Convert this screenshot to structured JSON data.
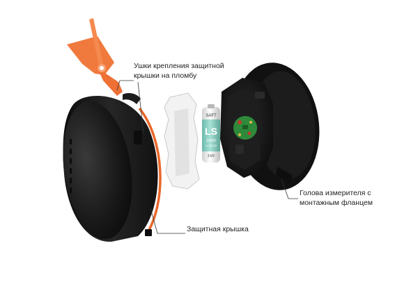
{
  "labels": {
    "seal_tabs": {
      "line1": "Ушки крепления защитной",
      "line2": "крышки на пломбу"
    },
    "meter_head": {
      "line1": "Голова измерителя с",
      "line2": "монтажным фланцем"
    },
    "protective_cover": "Защитная крышка"
  },
  "battery": {
    "brand": "SAFT",
    "series": "LS",
    "model": "14500",
    "chem": "Li-SOCl2",
    "voltage": "3.6V"
  },
  "colors": {
    "seal": "#f07a3e",
    "body": "#161616",
    "cover_edge": "#e8672a",
    "battery_band": "#8fd0c4",
    "pcb": "#2e8a3a"
  }
}
